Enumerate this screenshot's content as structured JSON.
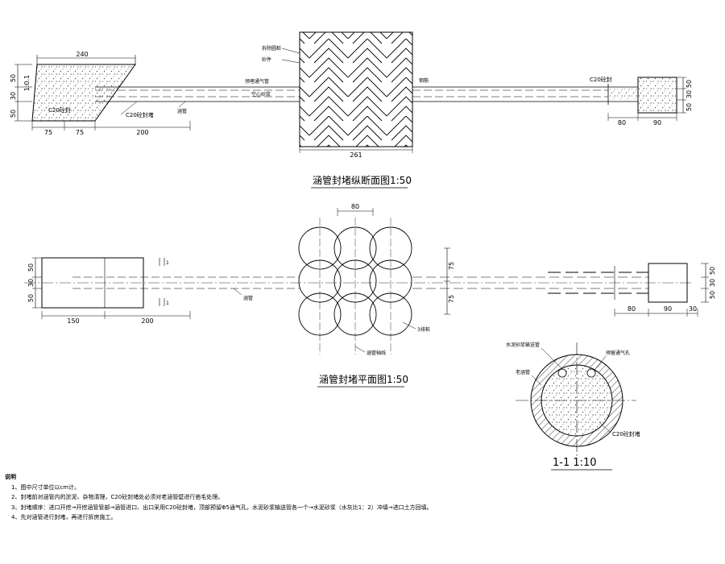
{
  "elevation": {
    "title": "涵管封堵纵断面图1:50",
    "dims_top": [
      "240"
    ],
    "dims_left": [
      "50",
      "30",
      "50"
    ],
    "slope": "1:0.1",
    "dims_bottom": [
      "75",
      "75",
      "200"
    ],
    "plug_width": "261",
    "right_dims_bottom": [
      "80",
      "90"
    ],
    "right_dims_side": [
      "50",
      "30",
      "50"
    ],
    "labels": {
      "pile": "拆除圆桩",
      "backfill": "砂件",
      "vent": "预埋通气管",
      "void": "空心砂浆",
      "seal_left": "C20砼封",
      "seal_mid": "C20砼封堵",
      "pipe": "涵管",
      "rebar": "钢筋",
      "seal_right": "C20砼封"
    }
  },
  "plan": {
    "title": "涵管封堵平面图1:50",
    "dims_left_side": [
      "50",
      "30",
      "50"
    ],
    "dims_bottom": [
      "150",
      "200"
    ],
    "circle_spacing": "80",
    "circle_v": [
      "75",
      "75"
    ],
    "right_dims_bottom": [
      "80",
      "90",
      "30"
    ],
    "right_dims_side": [
      "50",
      "30",
      "50"
    ],
    "section_mark": "1",
    "labels": {
      "pipe": "涵管",
      "pile": "3排桩",
      "axis": "涵管轴线"
    }
  },
  "section": {
    "title": "1-1  1:10",
    "labels": {
      "grout": "水泥砂浆输送管",
      "vent": "预留通气孔",
      "old_pipe": "老涵管",
      "seal": "C20砼封堵"
    }
  },
  "notes": {
    "heading": "说明",
    "items": [
      "1、图中尺寸单位以cm计。",
      "2、封堵前对涵管内的淤泥、杂物清理，C20砼封堵处必须对老涵管壁进行凿毛处理。",
      "3、封堵顺序：进口开挖→开挖涵管管部→涵管进口、出口采用C20砼封堵，顶部预留Φ5通气孔，水泥砂浆输送管各一个→水泥砂浆（水灰比1：2）冲填→进口土方回填。",
      "4、先对涵管进行封堵，再进行拆房施工。"
    ]
  }
}
